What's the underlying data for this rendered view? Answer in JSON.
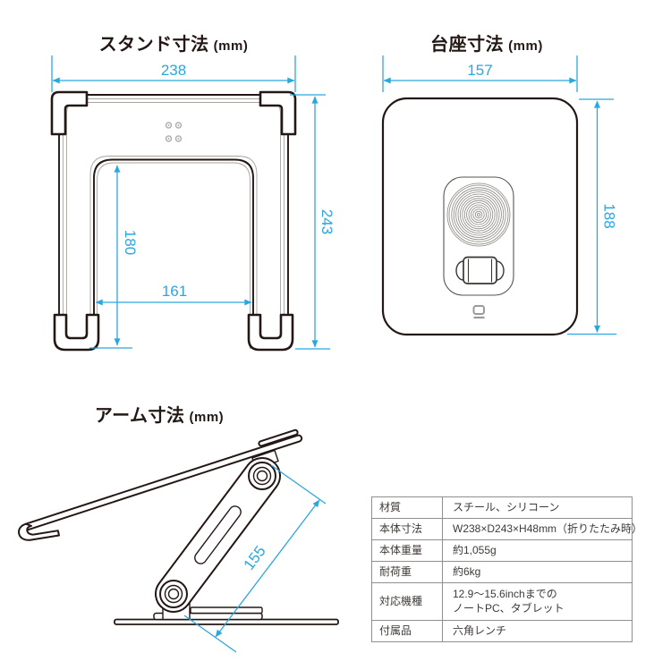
{
  "page": {
    "background_color": "#ffffff",
    "accent_color": "#29A7E0",
    "ink_color": "#231815",
    "table_border_color": "#8f8f8f"
  },
  "diagrams": {
    "stand": {
      "title": "スタンド寸法",
      "unit": "(mm)",
      "width": "238",
      "height": "243",
      "inner_height": "180",
      "inner_width": "161"
    },
    "base": {
      "title": "台座寸法",
      "unit": "(mm)",
      "width": "157",
      "height": "188",
      "logo_icon": "brand-mark-icon"
    },
    "arm": {
      "title": "アーム寸法",
      "unit": "(mm)",
      "length": "155"
    }
  },
  "spec_table": {
    "rows": [
      {
        "label": "材質",
        "value": "スチール、シリコーン"
      },
      {
        "label": "本体寸法",
        "value": "W238×D243×H48mm（折りたたみ時）"
      },
      {
        "label": "本体重量",
        "value": "約1,055g"
      },
      {
        "label": "耐荷重",
        "value": "約6kg"
      },
      {
        "label": "対応機種",
        "value": "12.9～15.6inchまでの\nノートPC、タブレット"
      },
      {
        "label": "付属品",
        "value": "六角レンチ"
      }
    ]
  }
}
